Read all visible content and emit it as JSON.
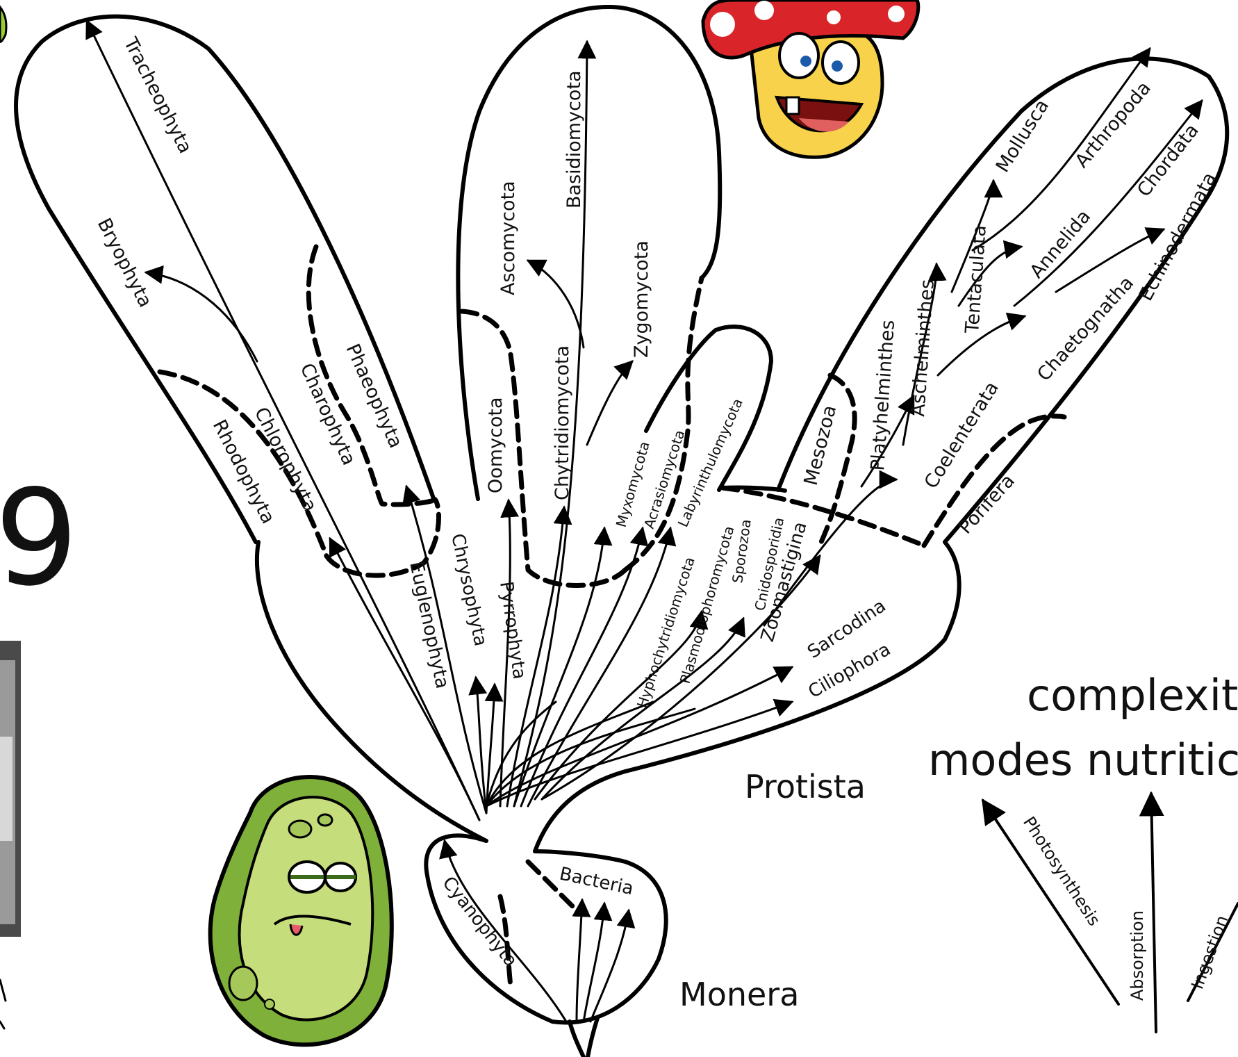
{
  "groups": {
    "protista": "Protista",
    "monera": "Monera"
  },
  "headings": {
    "line1": "complexit",
    "line2": "modes nutritic",
    "big_numeral": "9"
  },
  "nutrition_modes": [
    "Photosynthesis",
    "Absorption",
    "Ingestion"
  ],
  "plant_phyla": [
    "Tracheophyta",
    "Bryophyta",
    "Phaeophyta",
    "Charophyta",
    "Chlorophyta",
    "Rhodophyta",
    "Euglenophyta"
  ],
  "fungi_phyla": [
    "Basidiomycota",
    "Ascomycota",
    "Zygomycota",
    "Chytridiomycota",
    "Oomycota"
  ],
  "protist_phyla": [
    "Chrysophyta",
    "Pyrrophyta",
    "Myxomycota",
    "Acrasiomycota",
    "Labyrinthulomycota",
    "Hyphochytridiomycota",
    "Plasmodiophoromycota",
    "Sporozoa",
    "Cnidosporidia",
    "Zoomastigina",
    "Sarcodina",
    "Ciliophora"
  ],
  "animal_phyla": [
    "Mollusca",
    "Arthropoda",
    "Chordata",
    "Echinodermata",
    "Annelida",
    "Tentaculata",
    "Aschelminthes",
    "Platyhelminthes",
    "Mesozoa",
    "Chaetognatha",
    "Coelenterata",
    "Porifera"
  ],
  "monera_phyla": [
    "Bacteria",
    "Cyanophyta"
  ],
  "colors": {
    "ink": "#000000",
    "mushroom_cap": "#d9252a",
    "mushroom_body": "#f7d24a",
    "bacterium_outer": "#7fb03a",
    "bacterium_inner": "#c6dd7c",
    "numeral": "#777777"
  },
  "icons": [
    "mushroom-cartoon",
    "bacterium-cartoon",
    "portrait-photo"
  ]
}
